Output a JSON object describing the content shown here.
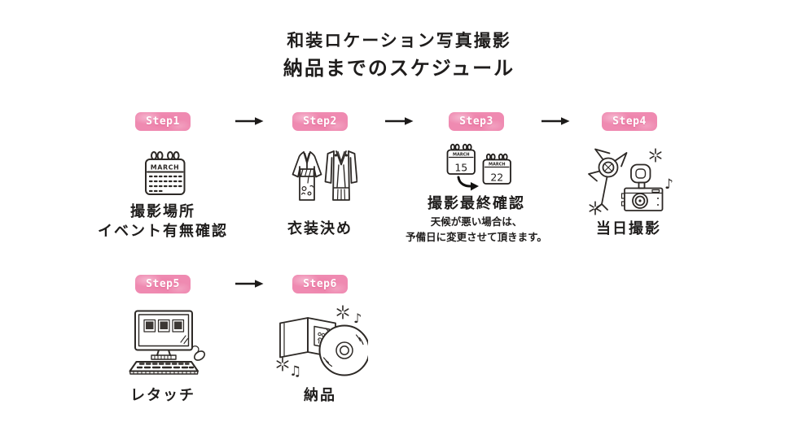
{
  "title": {
    "line1": "和装ロケーション写真撮影",
    "line2": "納品までのスケジュール"
  },
  "steps": [
    {
      "badge": "Step1",
      "icon": "calendar-icon",
      "calendar_month": "MARCH",
      "label1": "撮影場所",
      "label2": "イベント有無確認"
    },
    {
      "badge": "Step2",
      "icon": "kimono-pair-icon",
      "label1": "衣装決め"
    },
    {
      "badge": "Step3",
      "icon": "calendar-reschedule-icon",
      "calendar_month": "MARCH",
      "date_from": "15",
      "date_to": "22",
      "label1": "撮影最終確認",
      "note1": "天候が悪い場合は、",
      "note2": "予備日に変更させて頂きます。"
    },
    {
      "badge": "Step4",
      "icon": "camera-lighting-icon",
      "label1": "当日撮影"
    },
    {
      "badge": "Step5",
      "icon": "retouch-computer-icon",
      "label1": "レタッチ"
    },
    {
      "badge": "Step6",
      "icon": "cd-delivery-icon",
      "label1": "納品"
    }
  ],
  "glyphs": {
    "music_note": "♪",
    "music_notes_double": "♫"
  },
  "colors": {
    "badge_pink": "#ef8ab1",
    "badge_pink_light": "#f8c3d7",
    "arrow_black": "#1d1b1a",
    "ink": "#2d2926",
    "text": "#1f1d1c"
  }
}
